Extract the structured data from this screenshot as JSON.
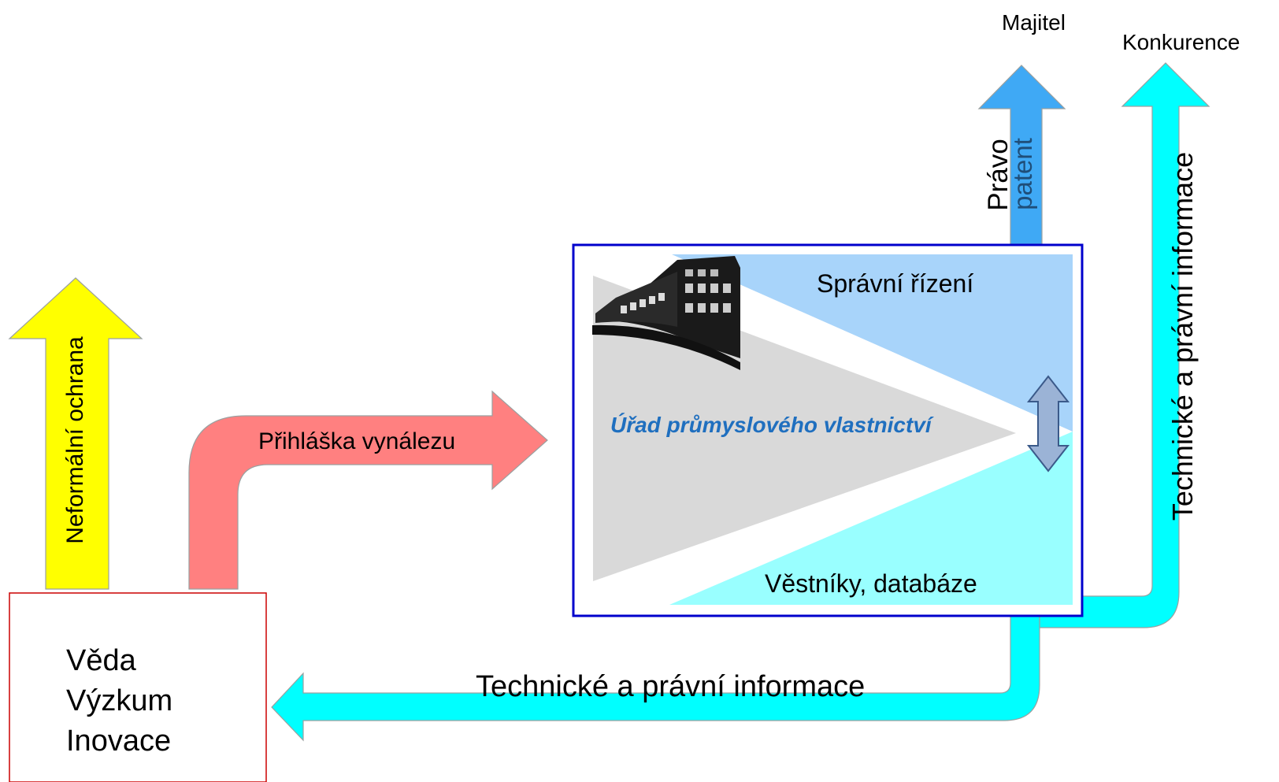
{
  "labels": {
    "owner": "Majitel",
    "competition": "Konkurence",
    "right": "Právo",
    "patent": "patent",
    "tech_info_vertical": "Technické a právní informace",
    "informal_protection": "Neformální ochrana",
    "application": "Přihláška vynálezu",
    "admin_proceedings": "Správní řízení",
    "office": "Úřad průmyslového vlastnictví",
    "bulletins": "Věstníky, databáze",
    "tech_info_horizontal": "Technické a právní informace",
    "source_lines": [
      "Věda",
      "Výzkum",
      "Inovace"
    ]
  },
  "colors": {
    "yellow_arrow": "#ffff00",
    "red_arrow": "#ff8080",
    "blue_arrow": "#3fa9f5",
    "cyan_arrow": "#00ffff",
    "office_text": "#1f6fbf",
    "box_border": "#0000cc",
    "source_border": "#cc0000"
  },
  "icons": [
    "office-building-icon",
    "bidirectional-arrow-icon"
  ]
}
